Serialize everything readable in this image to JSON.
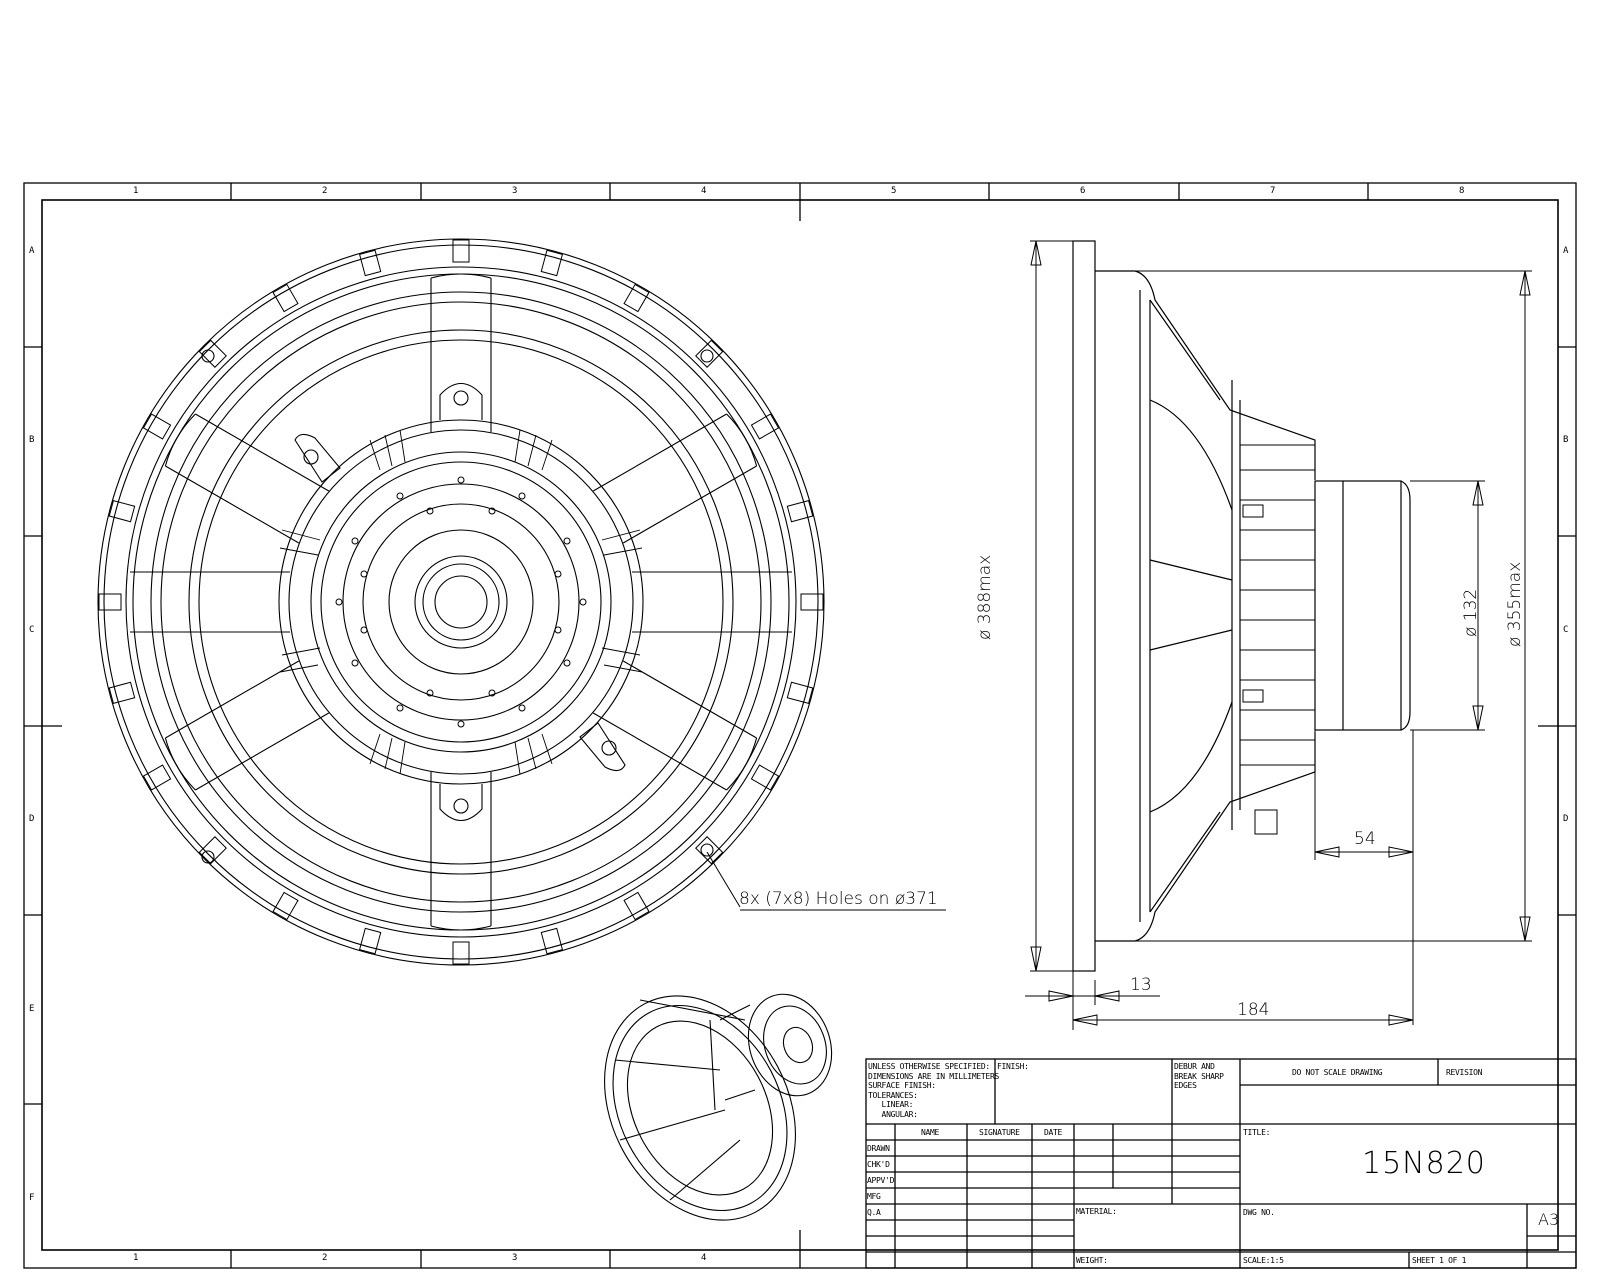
{
  "drawing": {
    "part_number": "15N820",
    "sheet_size": "A3",
    "zones": {
      "columns": [
        "1",
        "2",
        "3",
        "4",
        "5",
        "6",
        "7",
        "8"
      ],
      "bottom_columns": [
        "1",
        "2",
        "3",
        "4"
      ],
      "rows": [
        "A",
        "B",
        "C",
        "D",
        "E",
        "F"
      ]
    },
    "front_view": {
      "callout": "8x (7x8) Holes on ø371"
    },
    "side_view": {
      "dims": {
        "overall_dia": "ø 388max",
        "basket_dia": "ø 355max",
        "magnet_dia": "ø 132",
        "magnet_depth": "54",
        "flange_thickness": "13",
        "overall_depth": "184"
      }
    }
  },
  "title_block": {
    "general_notes": "UNLESS OTHERWISE SPECIFIED:\nDIMENSIONS ARE IN MILLIMETERS\nSURFACE FINISH:\nTOLERANCES:\n   LINEAR:\n   ANGULAR:",
    "finish_label": "FINISH:",
    "deburr_note": "DEBUR AND\nBREAK SHARP\nEDGES",
    "do_not_scale": "DO NOT SCALE DRAWING",
    "revision_label": "REVISION",
    "sign_headers": [
      "NAME",
      "SIGNATURE",
      "DATE"
    ],
    "sign_rows": [
      "DRAWN",
      "CHK'D",
      "APPV'D",
      "MFG",
      "Q.A"
    ],
    "material_label": "MATERIAL:",
    "weight_label": "WEIGHT:",
    "title_label": "TITLE:",
    "dwg_no_label": "DWG NO.",
    "scale_label": "SCALE:1:5",
    "sheet_label": "SHEET 1 OF 1"
  }
}
